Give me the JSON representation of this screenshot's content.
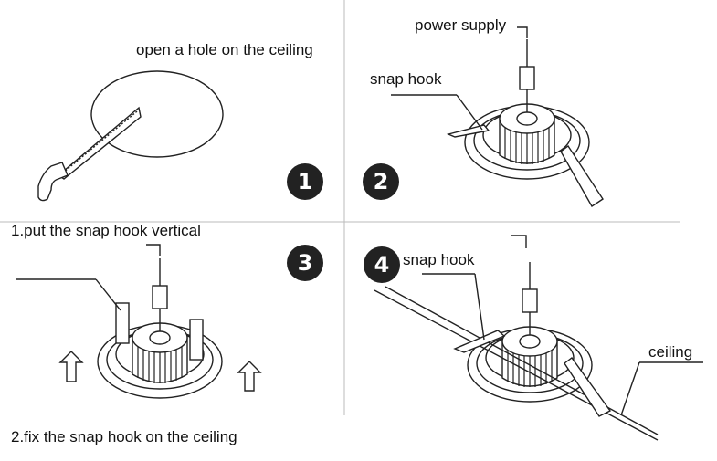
{
  "panels": {
    "p1": {
      "caption": "open a hole on the ceiling",
      "step": "1"
    },
    "p2": {
      "top_label": "power supply",
      "hook_label": "snap hook",
      "step": "2"
    },
    "p3": {
      "caption_top": "1.put the snap hook vertical",
      "caption_bottom": "2.fix the snap hook on the ceiling",
      "step": "3"
    },
    "p4": {
      "hook_label": "snap hook",
      "ceiling_label": "ceiling",
      "step": "4"
    }
  }
}
